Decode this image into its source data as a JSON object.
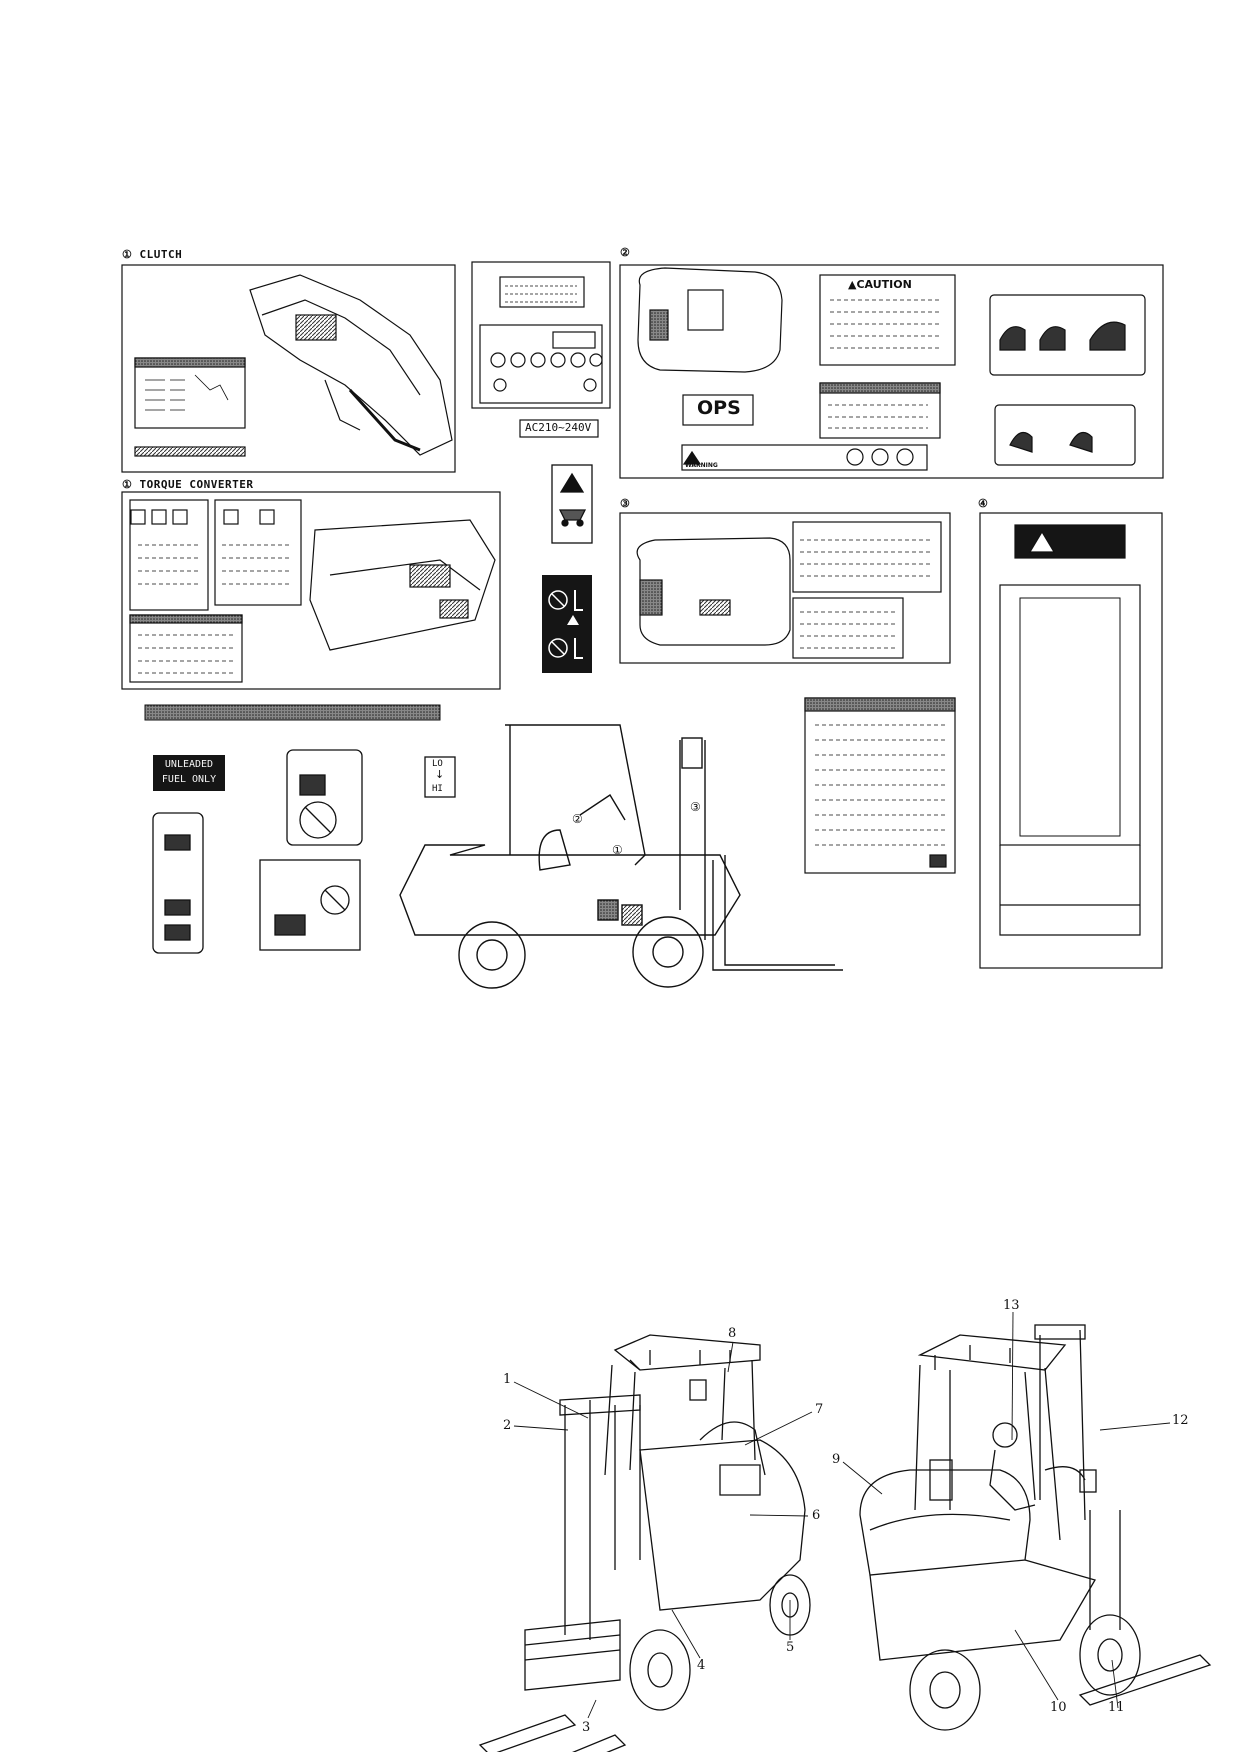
{
  "top_figure": {
    "panel1_title": "① CLUTCH",
    "panel_tc_title": "① TORQUE CONVERTER",
    "panel2_number": "②",
    "panel3_number": "③",
    "panel4_number": "④",
    "voltage_label": "AC210~240V",
    "caution_label": "▲CAUTION",
    "ops_label": "OPS",
    "warning_label": "WARNING",
    "unleaded_line1": "UNLEADED",
    "unleaded_line2": "FUEL ONLY",
    "lo_label": "LO",
    "hi_label": "HI",
    "truck_markers": [
      "①",
      "②",
      "③"
    ]
  },
  "bottom_figure": {
    "callouts": [
      "1",
      "2",
      "3",
      "4",
      "5",
      "6",
      "7",
      "8",
      "9",
      "10",
      "11",
      "12",
      "13"
    ]
  },
  "colors": {
    "ink": "#111111",
    "dark_fill": "#151515",
    "paper": "#ffffff",
    "shade": "#8a8a8a"
  }
}
